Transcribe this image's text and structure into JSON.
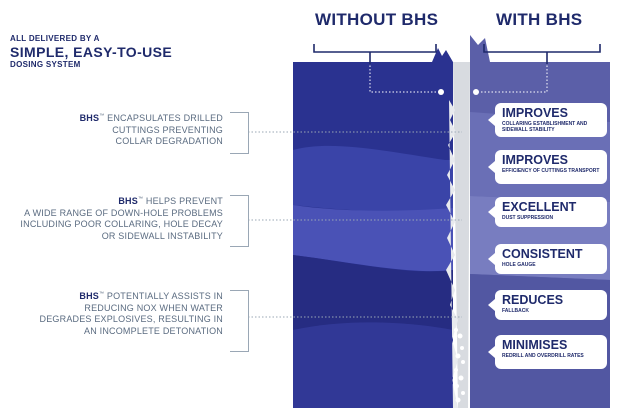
{
  "intro": {
    "line1": "ALL DELIVERED BY A",
    "line2": "SIMPLE, EASY-TO-USE",
    "line3": "DOSING SYSTEM"
  },
  "headers": {
    "without": "WITHOUT BHS",
    "with": "WITH BHS"
  },
  "features": [
    {
      "brand": "BHS",
      "tm": "™",
      "lines": [
        "ENCAPSULATES DRILLED",
        "CUTTINGS PREVENTING",
        "COLLAR DEGRADATION"
      ]
    },
    {
      "brand": "BHS",
      "tm": "™",
      "lines": [
        "HELPS PREVENT",
        "A WIDE RANGE OF DOWN-HOLE PROBLEMS",
        "INCLUDING POOR COLLARING, HOLE DECAY",
        "OR SIDEWALL INSTABILITY"
      ]
    },
    {
      "brand": "BHS",
      "tm": "™",
      "lines": [
        "POTENTIALLY ASSISTS IN",
        "REDUCING NOX WHEN WATER",
        "DEGRADES EXPLOSIVES, RESULTING IN",
        "AN INCOMPLETE DETONATION"
      ]
    }
  ],
  "benefits": [
    {
      "title": "IMPROVES",
      "sub": "COLLARING ESTABLISHMENT AND SIDEWALL STABILITY"
    },
    {
      "title": "IMPROVES",
      "sub": "EFFICIENCY OF CUTTINGS TRANSPORT"
    },
    {
      "title": "EXCELLENT",
      "sub": "DUST SUPPRESSION"
    },
    {
      "title": "CONSISTENT",
      "sub": "HOLE GAUGE"
    },
    {
      "title": "REDUCES",
      "sub": "FALLBACK"
    },
    {
      "title": "MINIMISES",
      "sub": "REDRILL AND OVERDRILL RATES"
    }
  ],
  "colors": {
    "navy": "#1f2a6b",
    "left_bg": "#2a3290",
    "right_bg": "#5b5fa8",
    "hole": "#d8dbe0"
  }
}
